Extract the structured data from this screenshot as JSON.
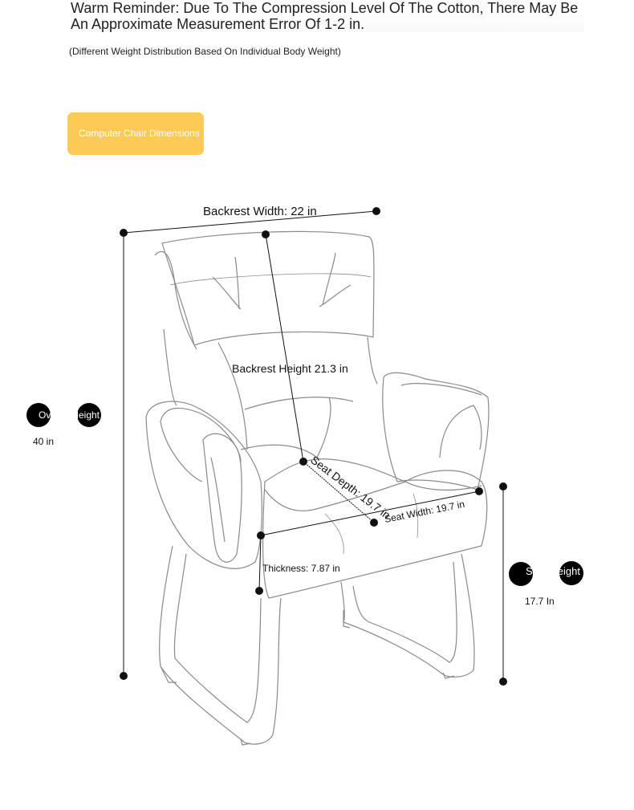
{
  "reminder": "Warm Reminder: Due To The Compression Level Of The Cotton, There May Be An Approximate Measurement Error Of 1-2 in.",
  "note": "(Different Weight Distribution Based On Individual Body Weight)",
  "button_label": "Computer Chair Dimensions",
  "dimensions": {
    "backrest_width": "Backrest Width: 22 in",
    "backrest_height": "Backrest Height 21.3 in",
    "seat_depth": "Seat Depth: 19.7 in",
    "seat_width": "Seat Width: 19.7 in",
    "thickness": "Thickness: 7.87 in",
    "overall_height_label": "Overall Height",
    "overall_height_value": "40 in",
    "seat_height_label": "Seat Height",
    "seat_height_value": "17.7 In"
  },
  "colors": {
    "accent": "#fdcb55",
    "line": "#111111",
    "outline": "#8a8a8a"
  }
}
